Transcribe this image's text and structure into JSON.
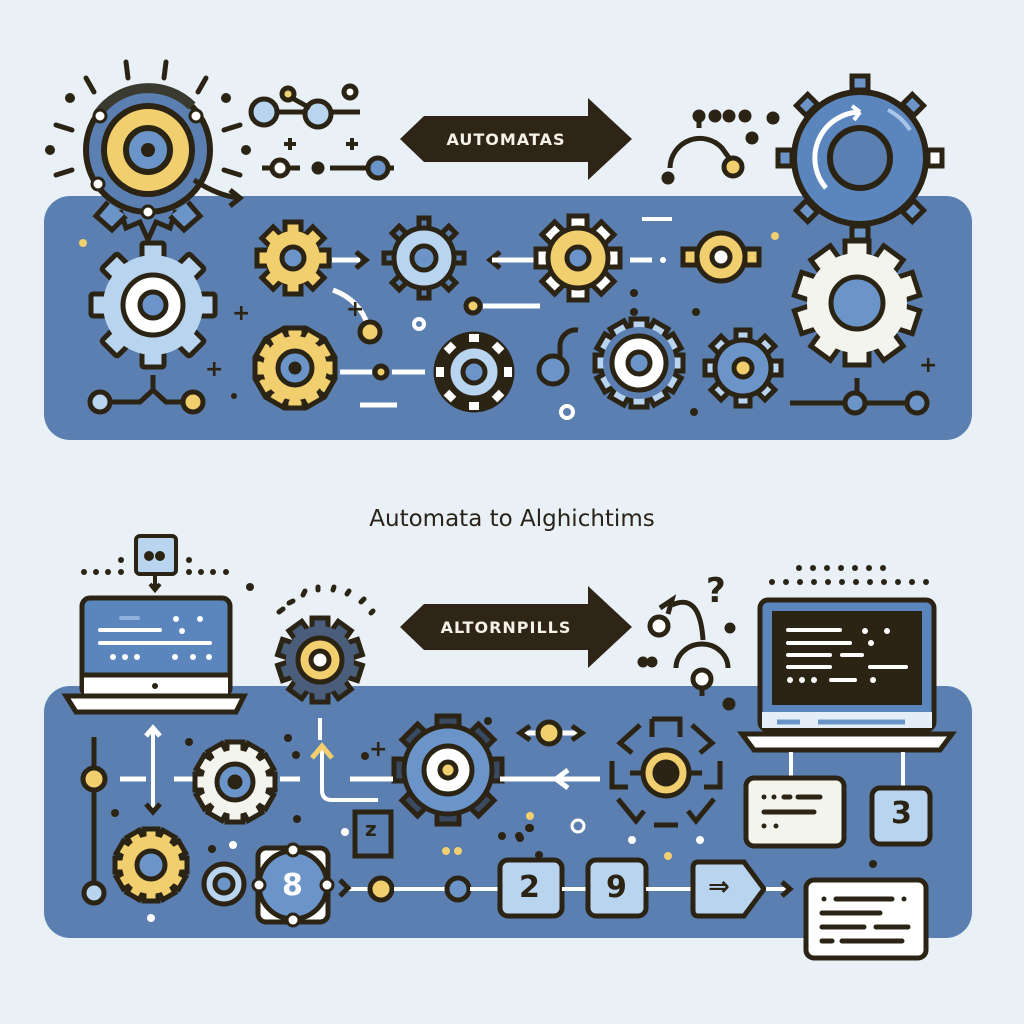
{
  "colors": {
    "background": "#e9f1f7",
    "band": "#5b7fb1",
    "outline": "#2b2414",
    "gear_yellow": "#f2cf6e",
    "gear_light_blue": "#b9d4ef",
    "gear_blue": "#6b95c8",
    "gear_white": "#f4f4ee",
    "label_fill": "#2f2516",
    "label_text": "#f4f1e8"
  },
  "top_section": {
    "arrow_label": "AUTOMATAS",
    "icons": [
      "large-gear-yellow-center",
      "node-connector-chain",
      "arc-connector",
      "large-blue-gear-cycle",
      "gear-yellow",
      "gear-light-blue",
      "gear-yellow-white-teeth",
      "gear-yellow-small",
      "gear-white-large",
      "gear-light-blue-center",
      "gear-yellow-bottom",
      "gear-white-teeth",
      "gear-white-center",
      "gear-blue-yellow-center",
      "node-tree-left",
      "node-tree-right"
    ]
  },
  "title": "Automata to Alghichtims",
  "bottom_section": {
    "arrow_label": "ALTORNPILLS",
    "laptop_left": {
      "screen": "light-blue"
    },
    "laptop_right": {
      "screen": "dark-code"
    },
    "boxes": [
      {
        "id": "z",
        "text": "z"
      },
      {
        "id": "8",
        "text": "8"
      },
      {
        "id": "2",
        "text": "2"
      },
      {
        "id": "9",
        "text": "9"
      },
      {
        "id": "3",
        "text": "3"
      },
      {
        "id": "arrow",
        "text": "⇒"
      }
    ],
    "question_mark": "?"
  }
}
